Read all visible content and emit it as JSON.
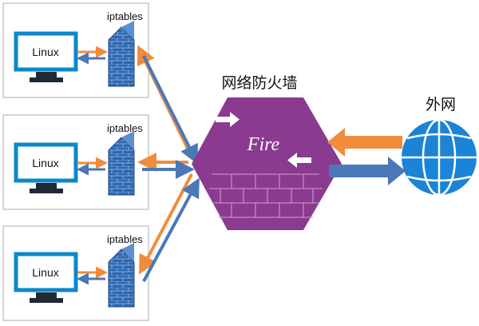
{
  "servers": [
    {
      "host_label": "Linux",
      "firewall_label": "iptables"
    },
    {
      "host_label": "Linux",
      "firewall_label": "iptables"
    },
    {
      "host_label": "Linux",
      "firewall_label": "iptables"
    }
  ],
  "network_firewall": {
    "title": "网络防火墙",
    "logo_text": "Fire"
  },
  "internet": {
    "label": "外网"
  },
  "colors": {
    "inbound_arrow": "#f08c3c",
    "outbound_arrow": "#4a78b8",
    "firewall_body": "#8a3a8f",
    "globe": "#1b84d6",
    "monitor_frame": "#0b88c9"
  }
}
